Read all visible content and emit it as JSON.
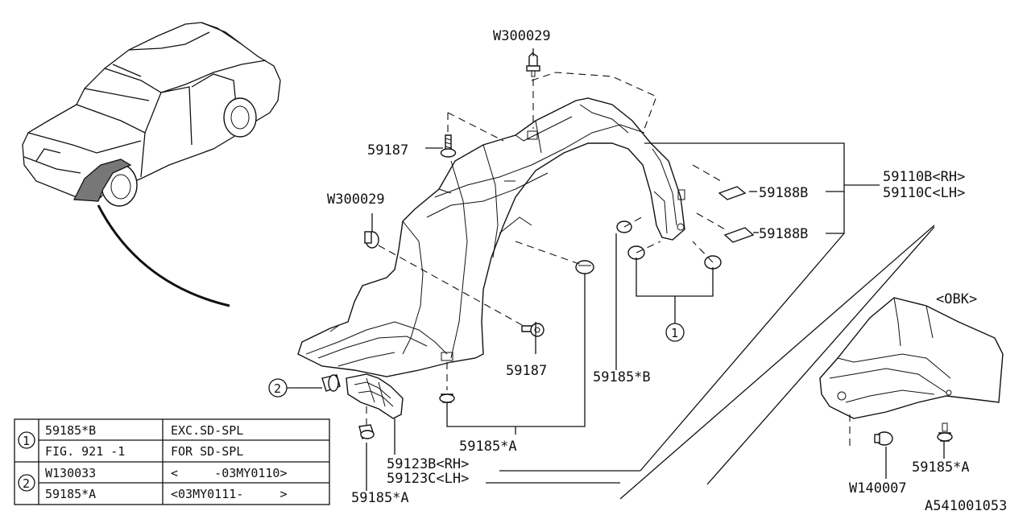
{
  "diagram": {
    "drawing_number": "A541001053",
    "variant_label": "<OBK>",
    "callouts": {
      "w300029_top": "W300029",
      "w300029_left": "W300029",
      "bolt_59187_top": "59187",
      "bolt_59187_mid": "59187",
      "clip_59188b_1": "59188B",
      "clip_59188b_2": "59188B",
      "liner_rh": "59110B<RH>",
      "liner_lh": "59110C<LH>",
      "clip_59185b": "59185*B",
      "clip_59185a_mid": "59185*A",
      "cover_rh": "59123B<RH>",
      "cover_lh": "59123C<LH>",
      "clip_59185a_bottom": "59185*A",
      "clip_59185a_right": "59185*A",
      "w140007": "W140007",
      "ref_1": "1",
      "ref_2": "2"
    },
    "legend_table": {
      "rows": [
        {
          "ref": "1",
          "part": "59185*B",
          "note": "EXC.SD-SPL"
        },
        {
          "ref": "",
          "part": "FIG. 921 -1",
          "note": "FOR SD-SPL"
        },
        {
          "ref": "2",
          "part": "W130033",
          "note": "<     -03MY0110>"
        },
        {
          "ref": "",
          "part": "59185*A",
          "note": "<03MY0111-     >"
        }
      ]
    }
  }
}
